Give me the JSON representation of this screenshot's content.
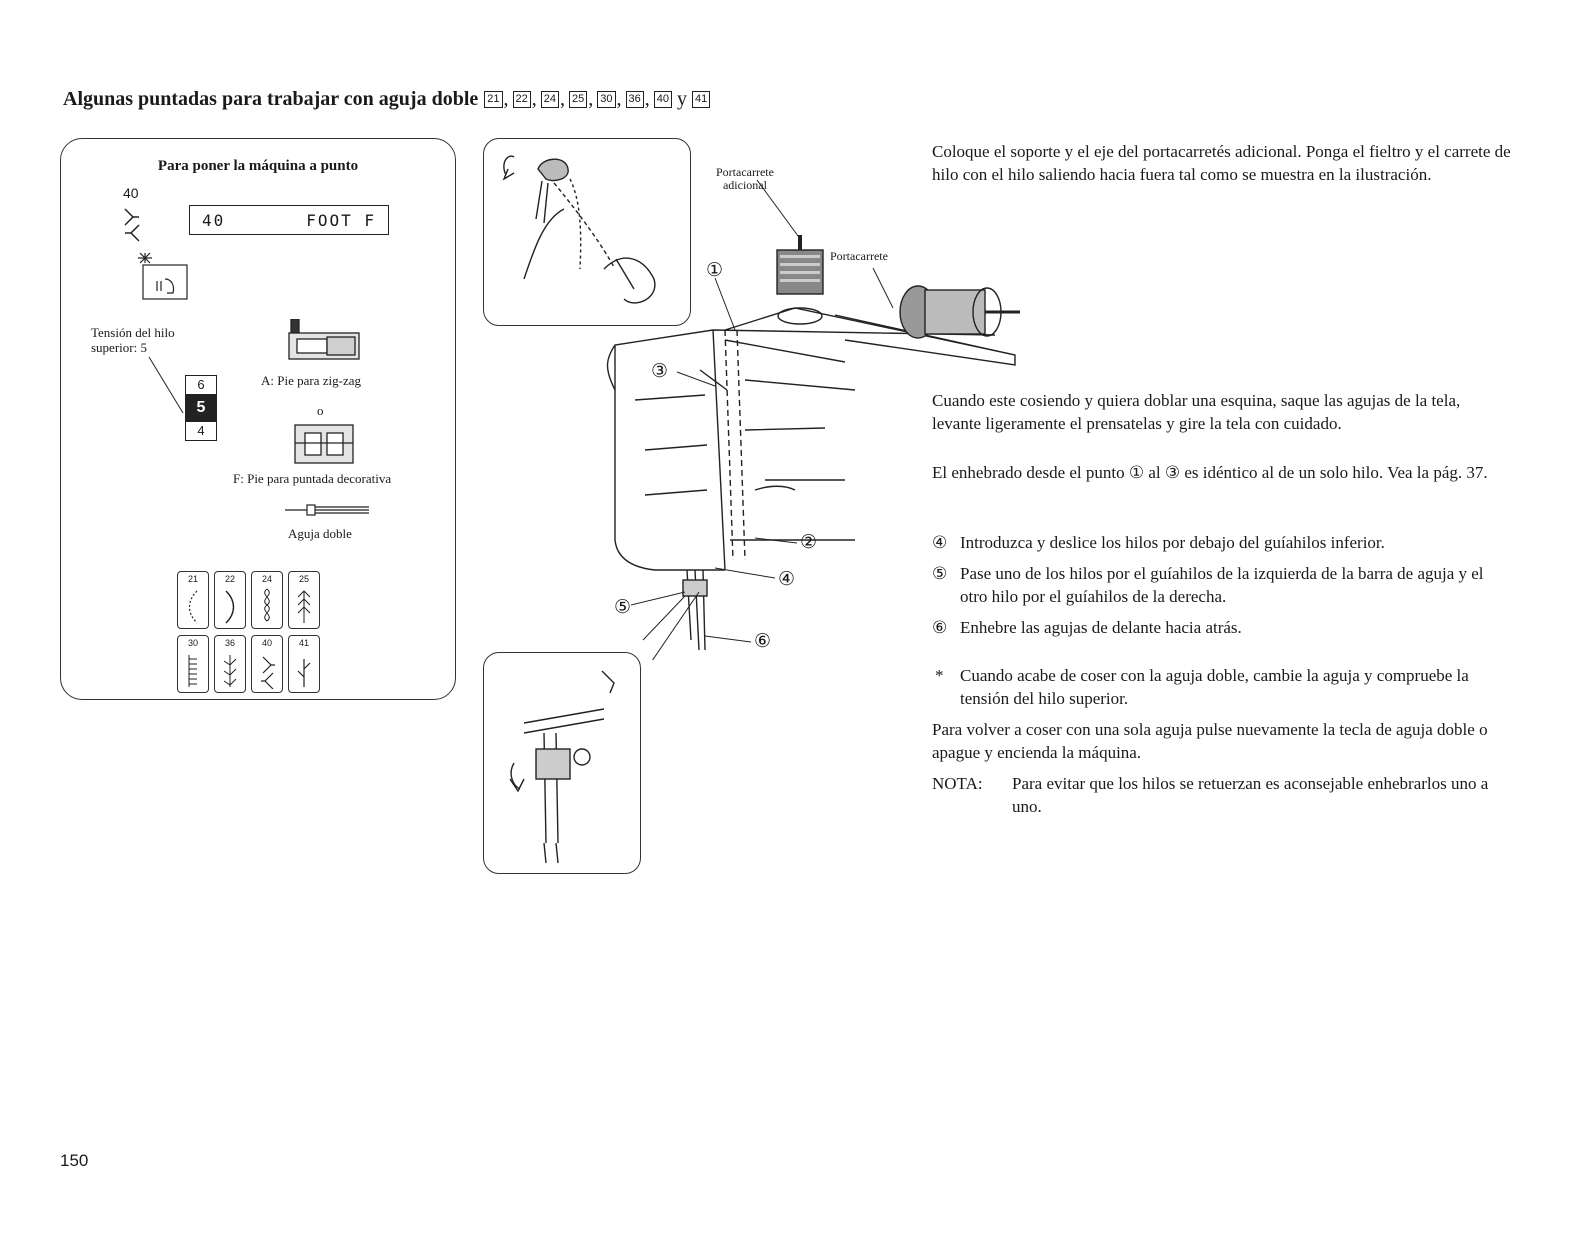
{
  "heading": {
    "title": "Algunas puntadas para trabajar con aguja doble",
    "patterns": [
      "21",
      "22",
      "24",
      "25",
      "30",
      "36",
      "40",
      "41"
    ],
    "connector": "y"
  },
  "setup_panel": {
    "title": "Para poner la máquina a punto",
    "stitch_number": "40",
    "lcd_left": "40",
    "lcd_right": "FOOT F",
    "tension_label_line1": "Tensión del hilo",
    "tension_label_line2": "superior: 5",
    "tension_dial": [
      "6",
      "5",
      "4"
    ],
    "foot_a": "A: Pie para zig-zag",
    "or_word": "o",
    "foot_f": "F: Pie para puntada decorativa",
    "twin_needle": "Aguja doble",
    "pattern_tiles": [
      "21",
      "22",
      "24",
      "25",
      "30",
      "36",
      "40",
      "41"
    ]
  },
  "diagram": {
    "spool_pin_extra_line1": "Portacarrete",
    "spool_pin_extra_line2": "adicional",
    "spool_pin": "Portacarrete",
    "callouts": [
      "①",
      "②",
      "③",
      "④",
      "⑤",
      "⑥"
    ]
  },
  "text": {
    "p1": "Coloque el soporte y el eje del portacarretés adicional. Ponga el fieltro y el carrete de hilo con el hilo saliendo hacia fuera tal como se muestra en la ilustración.",
    "p2": "Cuando este cosiendo y quiera doblar una esquina, saque las agujas de la tela, levante ligeramente el prensatelas y gire la tela con cuidado.",
    "p3": "El enhebrado desde el punto ① al ③ es idéntico al de un solo hilo. Vea la pág. 37.",
    "steps": [
      {
        "num": "④",
        "text": "Introduzca y deslice los hilos por debajo del guíahilos inferior."
      },
      {
        "num": "⑤",
        "text": "Pase uno de los hilos por el guíahilos de la izquierda de la barra de aguja y el otro hilo por el guíahilos de la derecha."
      },
      {
        "num": "⑥",
        "text": "Enhebre las agujas de delante hacia atrás."
      }
    ],
    "note_star": "*",
    "note1": "Cuando acabe de coser con la aguja doble, cambie la aguja y compruebe la tensión del hilo superior.",
    "p4": "Para volver a coser con una sola aguja pulse nuevamente la tecla de aguja doble o apague y encienda la máquina.",
    "nota_label": "NOTA:",
    "nota_text": "Para evitar que los hilos se retuerzan es aconsejable enhebrarlos uno a uno."
  },
  "page_number": "150"
}
